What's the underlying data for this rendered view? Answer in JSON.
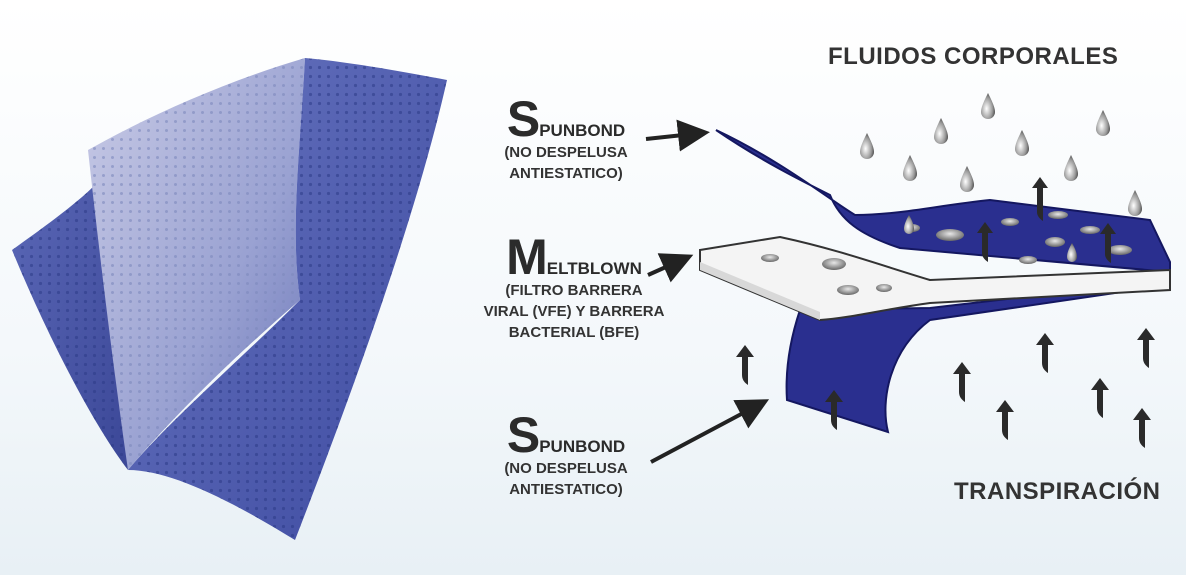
{
  "labels": {
    "spunbond_top": {
      "initial": "S",
      "rest": "PUNBOND",
      "note": [
        "(NO DESPELUSA",
        "ANTIESTATICO)"
      ]
    },
    "meltblown": {
      "initial": "M",
      "rest": "ELTBLOWN",
      "note": [
        "(FILTRO BARRERA",
        "VIRAL (VFE) Y BARRERA",
        "BACTERIAL (BFE)"
      ]
    },
    "spunbond_bottom": {
      "initial": "S",
      "rest": "PUNBOND",
      "note": [
        "(NO DESPELUSA",
        "ANTIESTATICO)"
      ]
    }
  },
  "headings": {
    "fluids": "FLUIDOS CORPORALES",
    "perspiration": "TRANSPIRACIÓN"
  },
  "colors": {
    "fabric_blue": "#3d4fa8",
    "layer_blue": "#2a2f8f",
    "meltblown_white": "#f4f4f4",
    "text": "#333333"
  }
}
